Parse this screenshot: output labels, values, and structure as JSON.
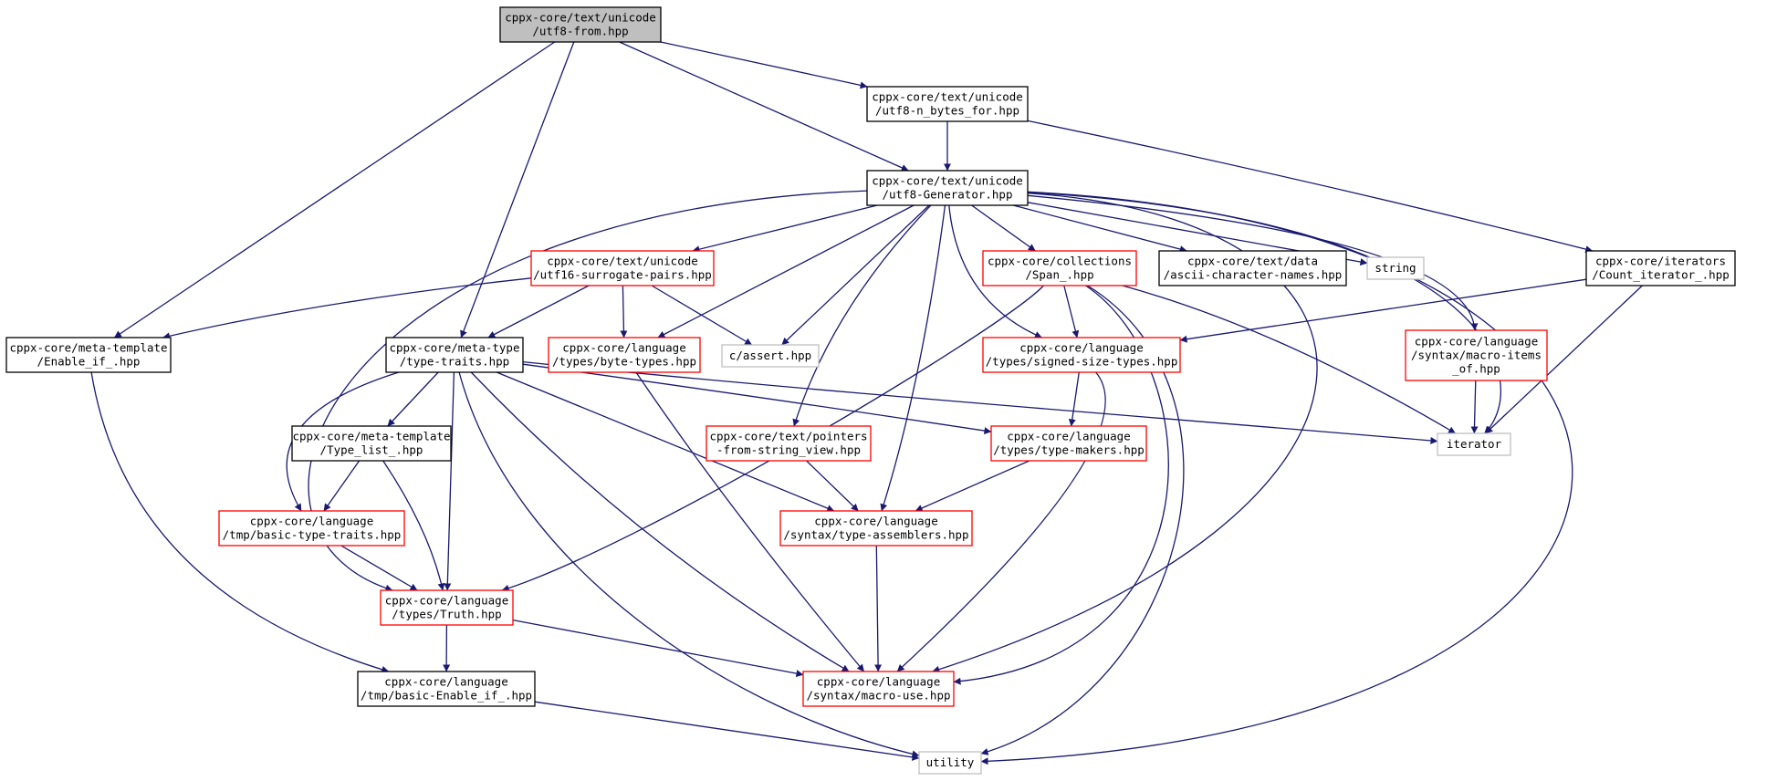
{
  "nodes": [
    {
      "id": "utf8_from",
      "style": "root",
      "lines": [
        "cppx-core/text/unicode",
        "/utf8-from.hpp"
      ]
    },
    {
      "id": "utf8_n_bytes",
      "style": "black",
      "lines": [
        "cppx-core/text/unicode",
        "/utf8-n_bytes_for.hpp"
      ]
    },
    {
      "id": "utf8_generator",
      "style": "black",
      "lines": [
        "cppx-core/text/unicode",
        "/utf8-Generator.hpp"
      ]
    },
    {
      "id": "utf16_pairs",
      "style": "red",
      "lines": [
        "cppx-core/text/unicode",
        "/utf16-surrogate-pairs.hpp"
      ]
    },
    {
      "id": "span",
      "style": "red",
      "lines": [
        "cppx-core/collections",
        "/Span_.hpp"
      ]
    },
    {
      "id": "ascii_names",
      "style": "black",
      "lines": [
        "cppx-core/text/data",
        "/ascii-character-names.hpp"
      ]
    },
    {
      "id": "string",
      "style": "gray",
      "lines": [
        "string"
      ]
    },
    {
      "id": "count_iterator",
      "style": "black",
      "lines": [
        "cppx-core/iterators",
        "/Count_iterator_.hpp"
      ]
    },
    {
      "id": "enable_if",
      "style": "black",
      "lines": [
        "cppx-core/meta-template",
        "/Enable_if_.hpp"
      ]
    },
    {
      "id": "type_traits",
      "style": "black",
      "lines": [
        "cppx-core/meta-type",
        "/type-traits.hpp"
      ]
    },
    {
      "id": "byte_types",
      "style": "red",
      "lines": [
        "cppx-core/language",
        "/types/byte-types.hpp"
      ]
    },
    {
      "id": "c_assert",
      "style": "gray",
      "lines": [
        "c/assert.hpp"
      ]
    },
    {
      "id": "signed_size",
      "style": "red",
      "lines": [
        "cppx-core/language",
        "/types/signed-size-types.hpp"
      ]
    },
    {
      "id": "macro_items",
      "style": "red",
      "lines": [
        "cppx-core/language",
        "/syntax/macro-items",
        "_of.hpp"
      ]
    },
    {
      "id": "type_list",
      "style": "black",
      "lines": [
        "cppx-core/meta-template",
        "/Type_list_.hpp"
      ]
    },
    {
      "id": "pointers_sv",
      "style": "red",
      "lines": [
        "cppx-core/text/pointers",
        "-from-string_view.hpp"
      ]
    },
    {
      "id": "type_makers",
      "style": "red",
      "lines": [
        "cppx-core/language",
        "/types/type-makers.hpp"
      ]
    },
    {
      "id": "iterator",
      "style": "gray",
      "lines": [
        "iterator"
      ]
    },
    {
      "id": "basic_traits",
      "style": "red",
      "lines": [
        "cppx-core/language",
        "/tmp/basic-type-traits.hpp"
      ]
    },
    {
      "id": "type_assemblers",
      "style": "red",
      "lines": [
        "cppx-core/language",
        "/syntax/type-assemblers.hpp"
      ]
    },
    {
      "id": "truth",
      "style": "red",
      "lines": [
        "cppx-core/language",
        "/types/Truth.hpp"
      ]
    },
    {
      "id": "basic_enable_if",
      "style": "black",
      "lines": [
        "cppx-core/language",
        "/tmp/basic-Enable_if_.hpp"
      ]
    },
    {
      "id": "macro_use",
      "style": "red",
      "lines": [
        "cppx-core/language",
        "/syntax/macro-use.hpp"
      ]
    },
    {
      "id": "utility",
      "style": "gray",
      "lines": [
        "utility"
      ]
    }
  ],
  "edges": [
    [
      "utf8_from",
      "enable_if"
    ],
    [
      "utf8_from",
      "type_traits"
    ],
    [
      "utf8_from",
      "utf8_generator"
    ],
    [
      "utf8_from",
      "utf8_n_bytes"
    ],
    [
      "utf8_n_bytes",
      "utf8_generator"
    ],
    [
      "utf8_n_bytes",
      "count_iterator"
    ],
    [
      "utf8_generator",
      "utf16_pairs"
    ],
    [
      "utf8_generator",
      "span"
    ],
    [
      "utf8_generator",
      "ascii_names"
    ],
    [
      "utf8_generator",
      "string"
    ],
    [
      "utf8_generator",
      "byte_types"
    ],
    [
      "utf8_generator",
      "c_assert"
    ],
    [
      "utf8_generator",
      "signed_size"
    ],
    [
      "utf8_generator",
      "macro_items"
    ],
    [
      "utf8_generator",
      "iterator"
    ],
    [
      "utf8_generator",
      "pointers_sv"
    ],
    [
      "utf8_generator",
      "type_assemblers"
    ],
    [
      "utf8_generator",
      "truth"
    ],
    [
      "utf8_generator",
      "macro_use"
    ],
    [
      "utf8_generator",
      "utility"
    ],
    [
      "utf16_pairs",
      "enable_if"
    ],
    [
      "utf16_pairs",
      "type_traits"
    ],
    [
      "utf16_pairs",
      "byte_types"
    ],
    [
      "utf16_pairs",
      "c_assert"
    ],
    [
      "span",
      "signed_size"
    ],
    [
      "span",
      "truth"
    ],
    [
      "span",
      "iterator"
    ],
    [
      "span",
      "macro_use"
    ],
    [
      "span",
      "utility"
    ],
    [
      "count_iterator",
      "signed_size"
    ],
    [
      "count_iterator",
      "iterator"
    ],
    [
      "enable_if",
      "basic_enable_if"
    ],
    [
      "type_traits",
      "type_list"
    ],
    [
      "type_traits",
      "basic_traits"
    ],
    [
      "type_traits",
      "truth"
    ],
    [
      "type_traits",
      "type_makers"
    ],
    [
      "type_traits",
      "type_assemblers"
    ],
    [
      "type_traits",
      "iterator"
    ],
    [
      "type_traits",
      "macro_use"
    ],
    [
      "type_traits",
      "utility"
    ],
    [
      "byte_types",
      "macro_use"
    ],
    [
      "signed_size",
      "type_makers"
    ],
    [
      "signed_size",
      "macro_use"
    ],
    [
      "macro_items",
      "iterator"
    ],
    [
      "type_list",
      "basic_traits"
    ],
    [
      "type_list",
      "truth"
    ],
    [
      "pointers_sv",
      "type_assemblers"
    ],
    [
      "type_makers",
      "type_assemblers"
    ],
    [
      "basic_traits",
      "truth"
    ],
    [
      "type_assemblers",
      "macro_use"
    ],
    [
      "truth",
      "basic_enable_if"
    ],
    [
      "truth",
      "macro_use"
    ],
    [
      "basic_enable_if",
      "utility"
    ]
  ]
}
